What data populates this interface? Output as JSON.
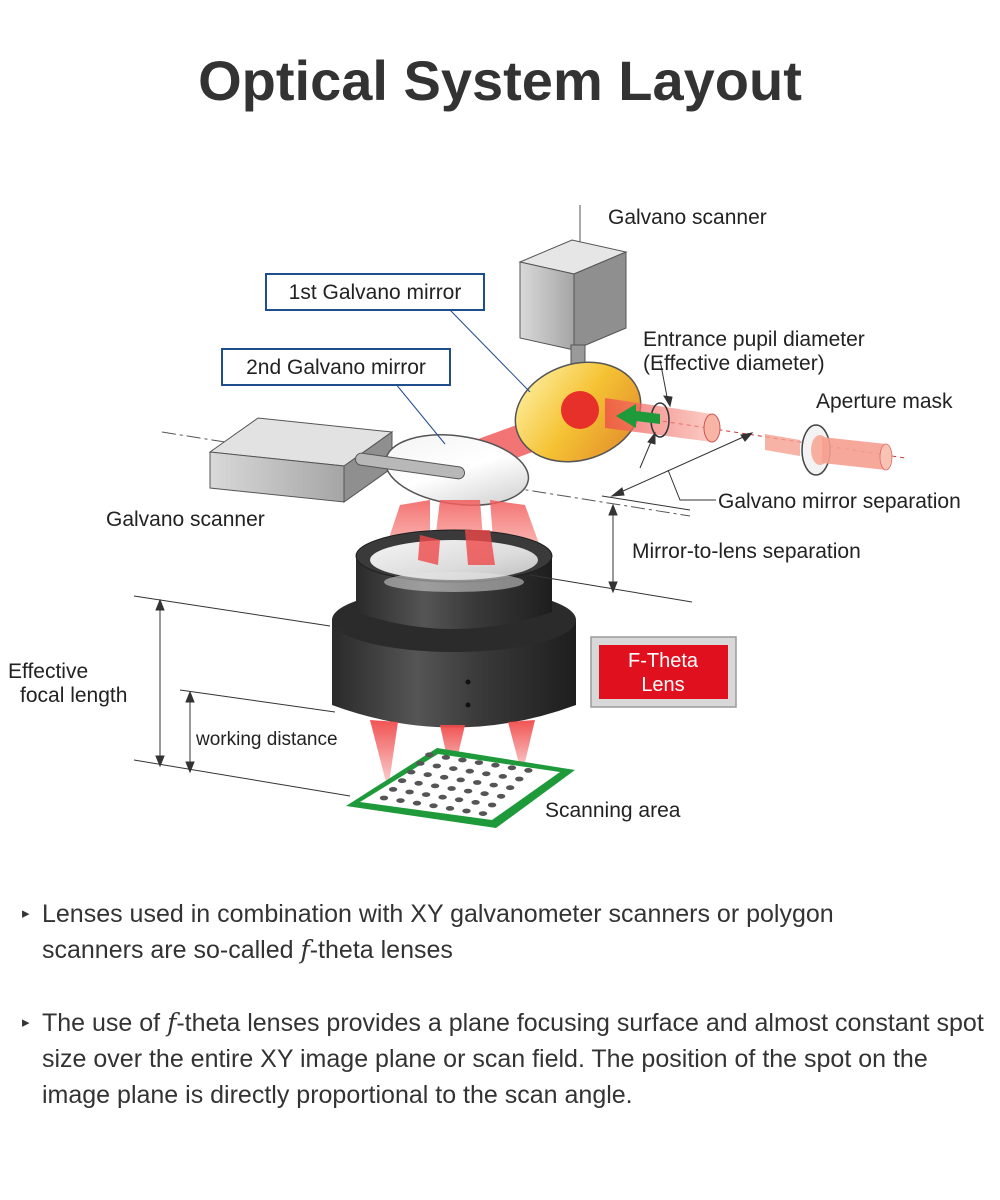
{
  "title": "Optical System Layout",
  "labels": {
    "galvano_scanner_top": "Galvano scanner",
    "first_mirror": "1st Galvano mirror",
    "second_mirror": "2nd Galvano mirror",
    "entrance_pupil_1": "Entrance pupil diameter",
    "entrance_pupil_2": "(Effective diameter)",
    "aperture_mask": "Aperture mask",
    "galvano_scanner_left": "Galvano scanner",
    "mirror_separation": "Galvano mirror separation",
    "mirror_to_lens": "Mirror-to-lens separation",
    "effective_focal_1": "Effective",
    "effective_focal_2": "focal length",
    "f_theta_1": "F-Theta",
    "f_theta_2": "Lens",
    "working_distance": "working distance",
    "scanning_area": "Scanning area"
  },
  "bullets": [
    {
      "mark": "▸",
      "line1": "Lenses used in combination with XY galvanometer scanners or polygon",
      "line2_pre": "scanners are so-called ",
      "f": "f",
      "line2_post": "-theta lenses"
    },
    {
      "mark": "▸",
      "pre": "The use of ",
      "f": "f",
      "post": "-theta lenses provides a plane focusing surface and almost constant spot size over the entire XY image plane or scan field. The position of the spot on the image plane is directly proportional to the scan angle."
    }
  ],
  "colors": {
    "label_box_border": "#1f4e8c",
    "f_theta_fill": "#e0101e",
    "beam": "#ee3b3b",
    "scan_area": "#1e9a3a",
    "arrow_green": "#1e9a3a"
  }
}
